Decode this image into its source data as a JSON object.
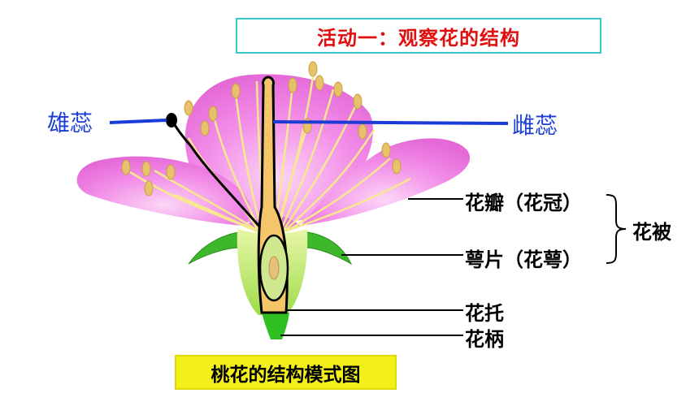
{
  "title": "活动一：观察花的结构",
  "labels": {
    "stamen": "雄蕊",
    "pistil": "雌蕊",
    "petal": "花瓣（花冠）",
    "sepal": "萼片（花萼）",
    "perianth": "花被",
    "receptacle": "花托",
    "pedicel": "花柄"
  },
  "caption": "桃花的结构模式图",
  "colors": {
    "title": "#e01010",
    "title_border": "#33c7c7",
    "label_blue": "#1a3bd6",
    "petal": "#f07ce8",
    "sepal": "#3cb82a",
    "caption_bg": "#f2ef1a"
  }
}
